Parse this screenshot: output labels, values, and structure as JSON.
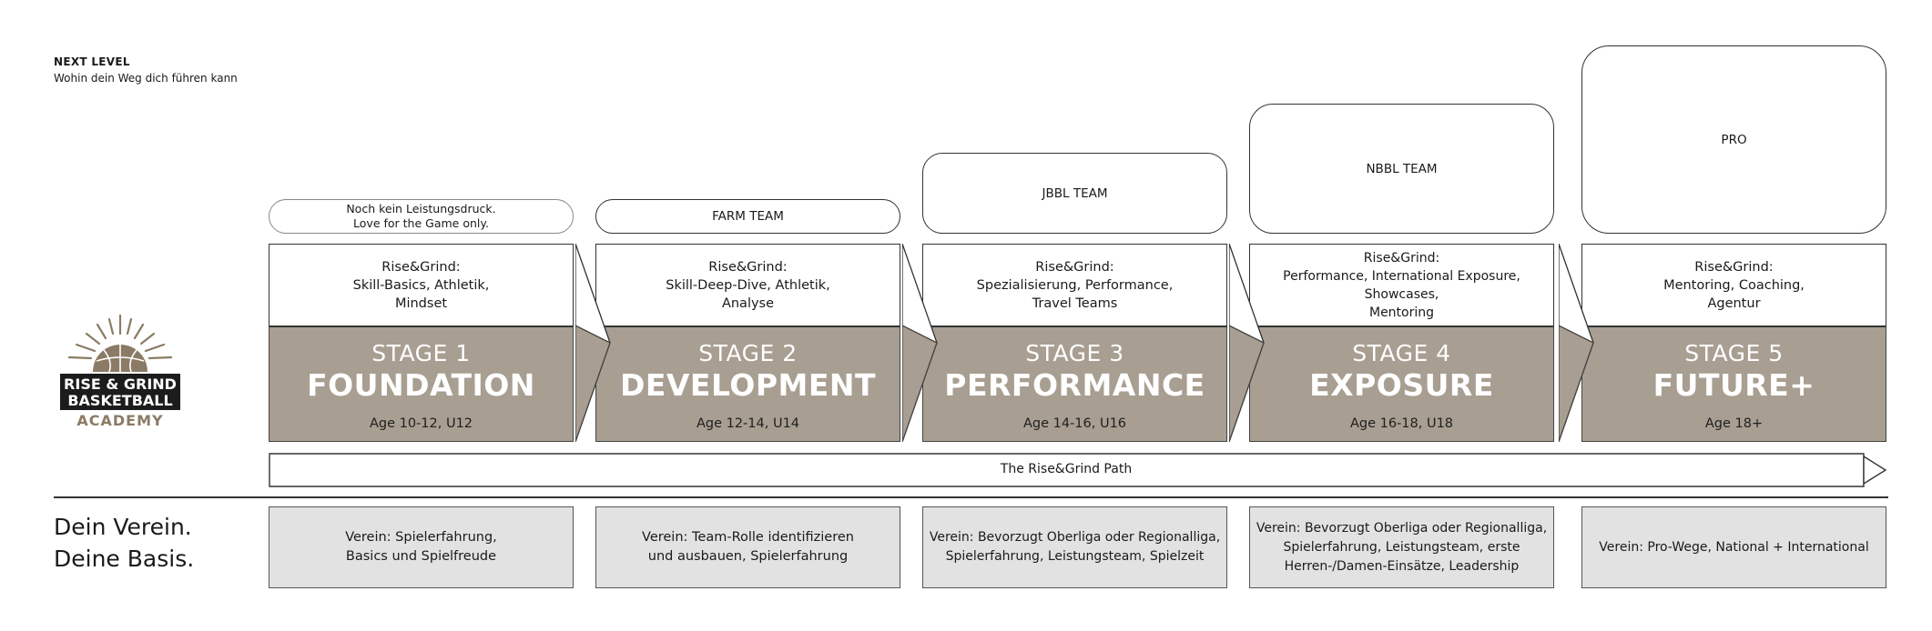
{
  "header": {
    "title": "NEXT LEVEL",
    "subtitle": "Wohin dein Weg dich führen kann"
  },
  "logo": {
    "line1": "RISE & GRIND",
    "line2": "BASKETBALL",
    "line3": "ACADEMY"
  },
  "stages": [
    {
      "top": [
        "Noch kein Leistungsdruck.",
        "Love for the Game only."
      ],
      "desc": [
        "Rise&Grind:",
        "Skill-Basics, Athletik,",
        "Mindset"
      ],
      "num": "STAGE 1",
      "name": "FOUNDATION",
      "age": "Age 10-12, U12",
      "verein": [
        "Verein: Spielerfahrung,",
        "Basics und Spielfreude"
      ]
    },
    {
      "top": [
        "FARM TEAM"
      ],
      "desc": [
        "Rise&Grind:",
        "Skill-Deep-Dive, Athletik,",
        "Analyse"
      ],
      "num": "STAGE 2",
      "name": "DEVELOPMENT",
      "age": "Age 12-14, U14",
      "verein": [
        "Verein: Team-Rolle identifizieren",
        "und ausbauen, Spielerfahrung"
      ]
    },
    {
      "top": [
        "JBBL TEAM"
      ],
      "desc": [
        "Rise&Grind:",
        "Spezialisierung, Performance,",
        "Travel Teams"
      ],
      "num": "STAGE 3",
      "name": "PERFORMANCE",
      "age": "Age 14-16, U16",
      "verein": [
        "Verein: Bevorzugt Oberliga oder Regionalliga,",
        "Spielerfahrung, Leistungsteam, Spielzeit"
      ]
    },
    {
      "top": [
        "NBBL TEAM"
      ],
      "desc": [
        "Rise&Grind:",
        "Performance, International Exposure, Showcases,",
        "Mentoring"
      ],
      "num": "STAGE 4",
      "name": "EXPOSURE",
      "age": "Age 16-18, U18",
      "verein": [
        "Verein: Bevorzugt Oberliga oder Regionalliga,",
        "Spielerfahrung, Leistungsteam, erste",
        "Herren-/Damen-Einsätze, Leadership"
      ]
    },
    {
      "top": [
        "PRO"
      ],
      "desc": [
        "Rise&Grind:",
        "Mentoring, Coaching,",
        "Agentur"
      ],
      "num": "STAGE 5",
      "name": "FUTURE+",
      "age": "Age 18+",
      "verein": [
        "Verein: Pro-Wege, National + International"
      ]
    }
  ],
  "path": {
    "label": "The Rise&Grind Path"
  },
  "verein_section": {
    "line1": "Dein Verein.",
    "line2": "Deine Basis."
  },
  "colors": {
    "stage_fill": "#a89e91",
    "verein_fill": "#e2e2e2",
    "logo_brown": "#8b7b66",
    "text": "#1a1a1a"
  }
}
